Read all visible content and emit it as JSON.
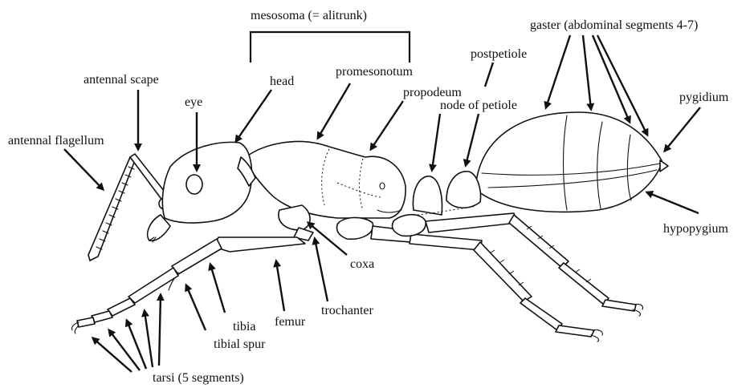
{
  "labels": {
    "mesosoma": "mesosoma (= alitrunk)",
    "antennal_scape": "antennal scape",
    "eye": "eye",
    "head": "head",
    "promesonotum": "promesonotum",
    "postpetiole": "postpetiole",
    "gaster": "gaster (abdominal segments 4-7)",
    "propodeum": "propodeum",
    "node_of_petiole": "node of petiole",
    "pygidium": "pygidium",
    "antennal_flagellum": "antennal flagellum",
    "hypopygium": "hypopygium",
    "coxa": "coxa",
    "trochanter": "trochanter",
    "femur": "femur",
    "tibia": "tibia",
    "tibial_spur": "tibial spur",
    "tarsi": "tarsi (5 segments)"
  },
  "colors": {
    "ink": "#111111",
    "paper": "#ffffff"
  }
}
